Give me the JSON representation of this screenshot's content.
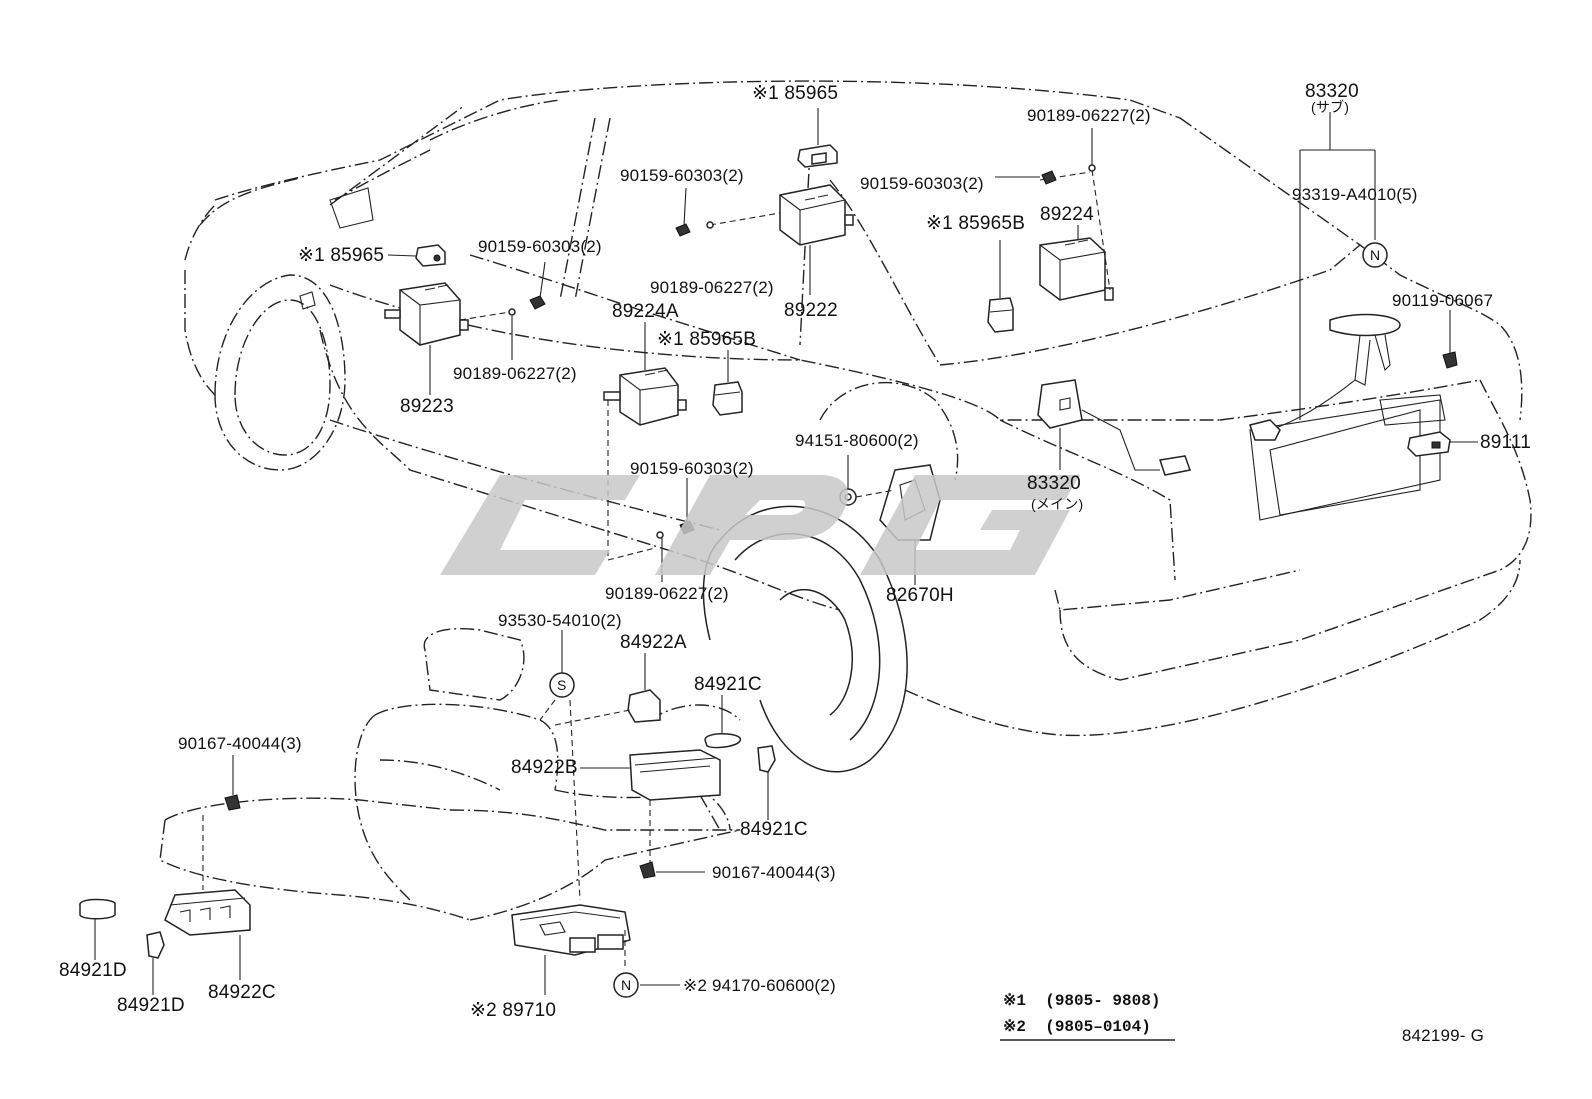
{
  "diagram": {
    "parts": {
      "p85965_roof": "※1 85965",
      "p90189_06227_top": "90189-06227(2)",
      "p83320_sub": "83320",
      "p83320_sub_note": "(サブ)",
      "p90159_60303_a": "90159-60303(2)",
      "p90159_60303_b": "90159-60303(2)",
      "p93319": "93319-A4010(5)",
      "p85965_left": "※1 85965",
      "p90159_60303_c": "90159-60303(2)",
      "p89224": "89224",
      "p85965B_right": "※1 85965B",
      "p90189_06227_mid": "90189-06227(2)",
      "p89222": "89222",
      "p89224A": "89224A",
      "p85965B_mid": "※1 85965B",
      "p90189_06227_left": "90189-06227(2)",
      "p89223": "89223",
      "p90119": "90119-06067",
      "p89111": "89111",
      "p94151": "94151-80600(2)",
      "p90159_60303_d": "90159-60303(2)",
      "p83320_main": "83320",
      "p83320_main_note": "(メイン)",
      "p82670H": "82670H",
      "p90189_06227_low": "90189-06227(2)",
      "p93530": "93530-54010(2)",
      "p84922A": "84922A",
      "p84921C_top": "84921C",
      "p90167_40044_left": "90167-40044(3)",
      "p84922B": "84922B",
      "p84921C_low": "84921C",
      "p90167_40044_right": "90167-40044(3)",
      "p84921D_a": "84921D",
      "p84921D_b": "84921D",
      "p84922C": "84922C",
      "p89710": "※2 89710",
      "p94170": "※2 94170-60600(2)"
    },
    "symbols": {
      "n_top": "N",
      "s_mid": "S",
      "n_low": "N"
    },
    "notes": {
      "note1": "※1  (9805- 9808)",
      "note2": "※2  (9805–0104)"
    },
    "drawing_number": "842199- G",
    "watermark": "CPG"
  }
}
